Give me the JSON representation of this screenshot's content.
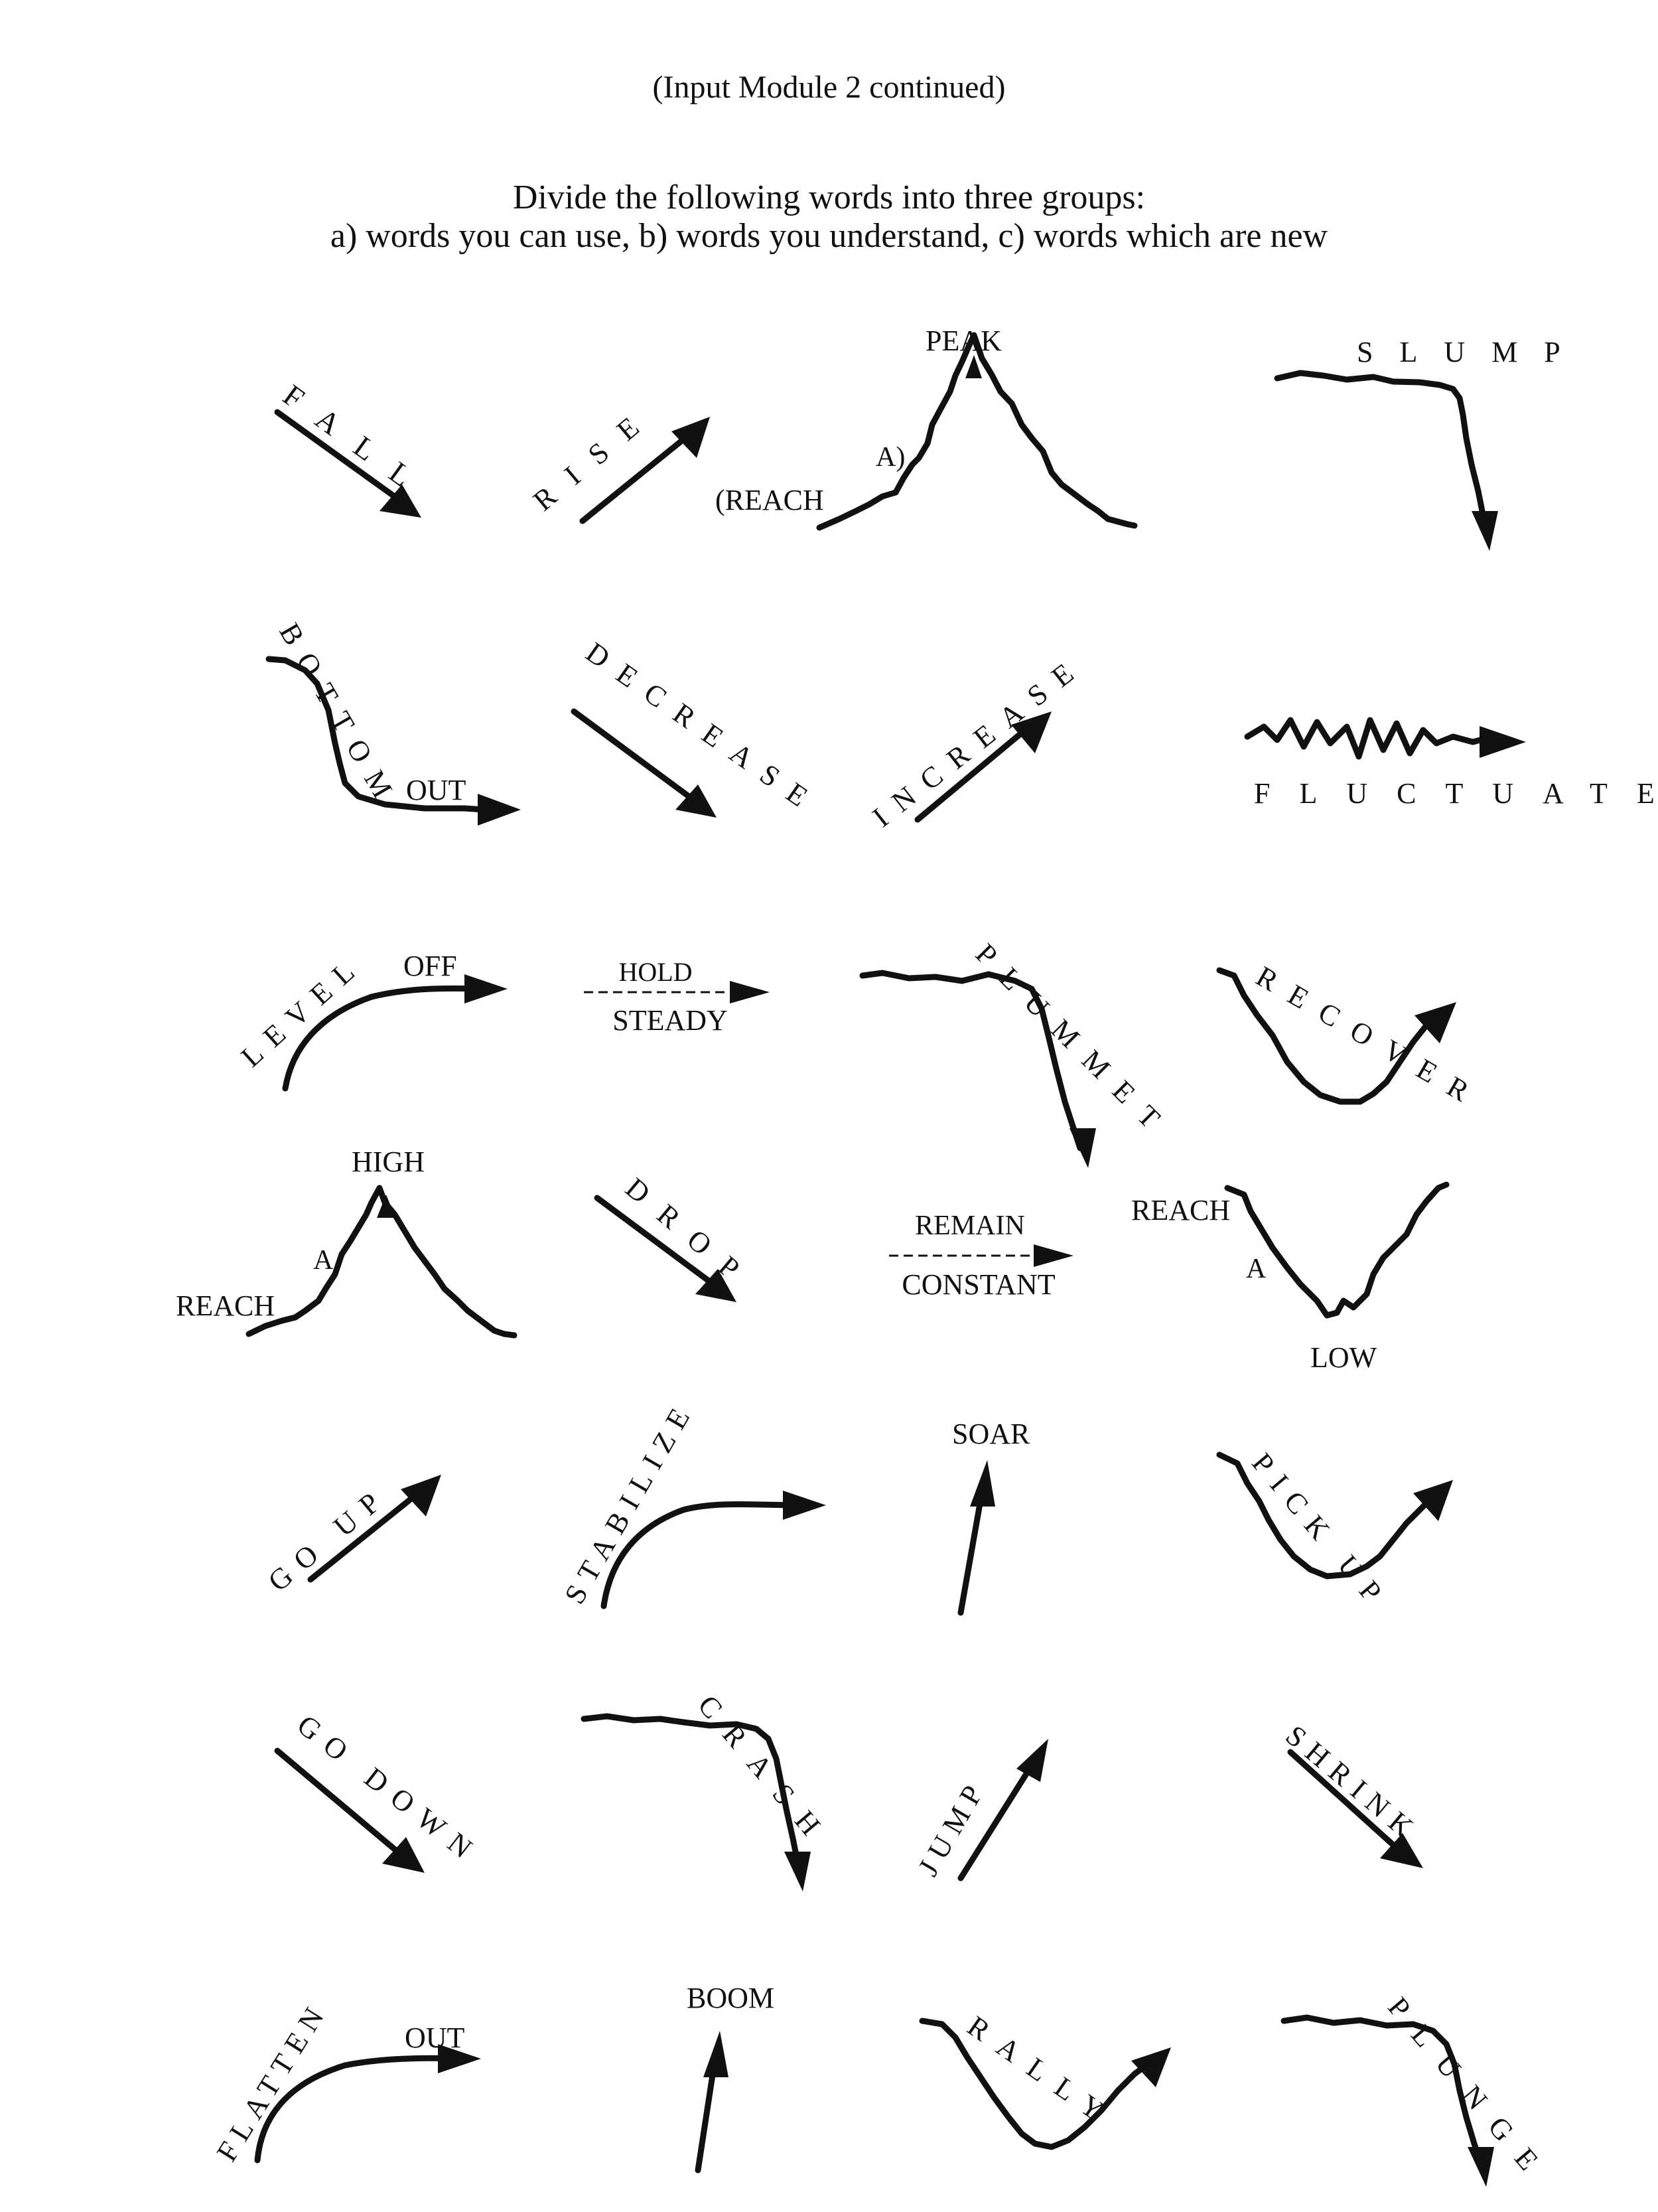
{
  "header": {
    "module_title": "(Input Module 2 continued)",
    "instruction_line1": "Divide the following words into three groups:",
    "instruction_line2": "a) words you can use, b) words you understand, c) words which are new"
  },
  "words": {
    "fall": "FALL",
    "rise": "RISE",
    "reach_a_peak": {
      "reach": "(REACH",
      "a": "A)",
      "peak": "PEAK"
    },
    "slump": "SLUMP",
    "bottom_out": {
      "bottom": "BOTTOM",
      "out": "OUT"
    },
    "decrease": "DECREASE",
    "increase": "INCREASE",
    "fluctuate": "FLUCTUATE",
    "level_off": {
      "level": "LEVEL",
      "off": "OFF"
    },
    "hold_steady": {
      "hold": "HOLD",
      "steady": "STEADY"
    },
    "plummet": "PLUMMET",
    "recover": "RECOVER",
    "reach_a_high": {
      "reach": "REACH",
      "a": "A",
      "high": "HIGH"
    },
    "drop": "DROP",
    "remain_constant": {
      "remain": "REMAIN",
      "constant": "CONSTANT"
    },
    "reach_a_low": {
      "reach": "REACH",
      "a": "A",
      "low": "LOW"
    },
    "go_up": "GO UP",
    "stabilize": "STABILIZE",
    "soar": "SOAR",
    "pick_up": "PICK UP",
    "go_down": "GO DOWN",
    "crash": "CRASH",
    "jump": "JUMP",
    "shrink": "SHRINK",
    "flatten_out": {
      "flatten": "FLATTEN",
      "out": "OUT"
    },
    "boom": "BOOM",
    "rally": "RALLY",
    "plunge": "PLUNGE"
  }
}
